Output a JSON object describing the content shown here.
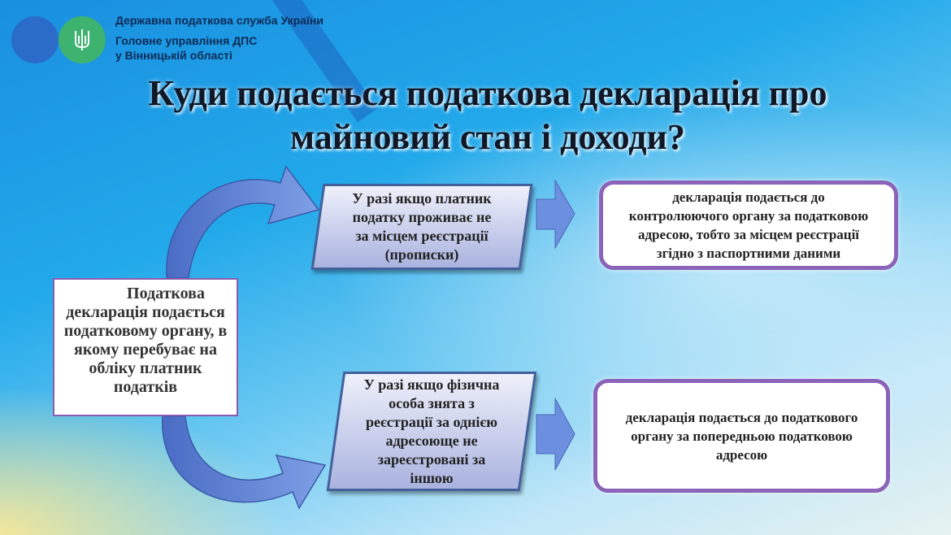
{
  "header": {
    "org_line1": "Державна податкова служба України",
    "org_line2": "Головне управління ДПС",
    "org_line3": "у Вінницькій області"
  },
  "title": {
    "line1": "Куди подається податкова декларація про",
    "line2": "майновий стан і доходи?"
  },
  "left_box": "Податкова декларація подається податковому органу, в якому перебуває на обліку платник податків",
  "cases": [
    {
      "condition": [
        "У разі якщо платник",
        "податку проживає не",
        "за місцем реєстрації",
        "(прописки)"
      ],
      "result": [
        "декларація подається до",
        "контролюючого органу за податковою",
        "адресою, тобто за місцем реєстрації",
        "згідно з паспортними даними"
      ]
    },
    {
      "condition": [
        "У разі якщо фізична",
        "особа знята з",
        "реєстрації за однією",
        "адресоюще не",
        "зареєстровані за",
        "іншою"
      ],
      "result": [
        "декларація подається до податкового",
        "органу за попередньою податковою",
        "адресою"
      ]
    }
  ],
  "colors": {
    "accent": "#8b63b8",
    "arrow": "#5b7fd0",
    "logo_green": "#3db36f"
  }
}
